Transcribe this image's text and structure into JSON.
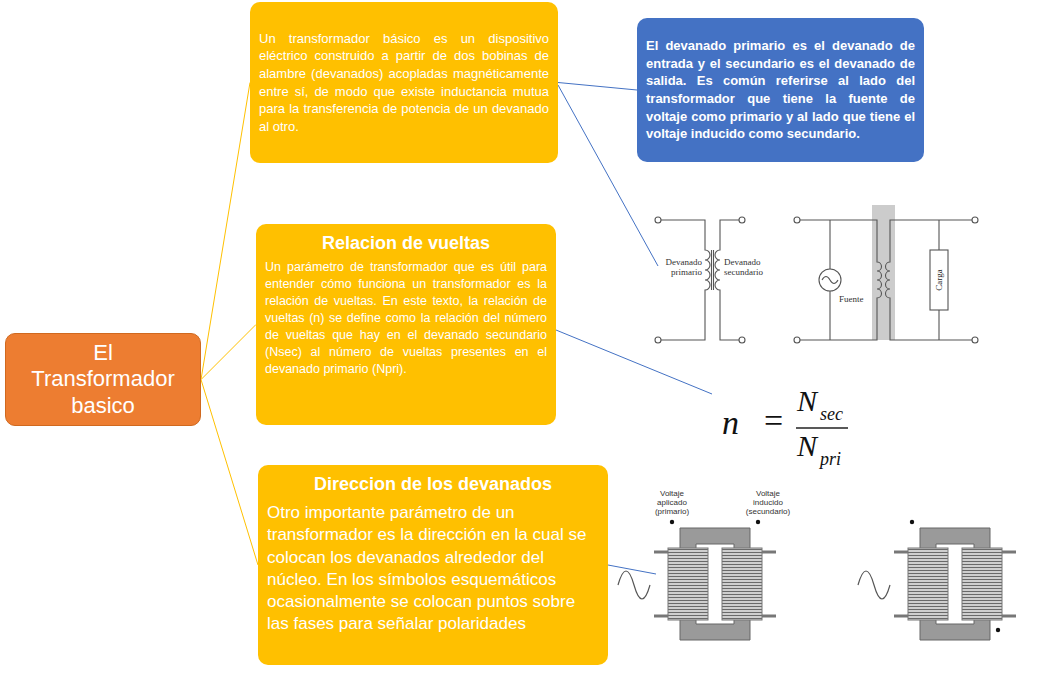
{
  "diagram": {
    "nodes": [
      {
        "text": [
          "El Transformador basico"
        ]
      },
      {
        "text": [
          "Un transformador básico es un dispositivo eléctrico construido a partir de dos bobinas de alambre (devanados) acopladas magnéticamente entre sí, de modo que existe inductancia mutua para la transferencia de potencia de un devanado al otro."
        ]
      },
      {
        "text": [
          "El devanado primario es el devanado de entrada y el secundario es el devanado de salida. Es común referirse al lado del transformador que tiene la fuente de voltaje como primario y al lado que tiene el voltaje inducido como secundario."
        ]
      },
      {
        "text": [
          "Relacion de vueltas",
          "Un parámetro de transformador que es útil para entender cómo funciona un transformador es la relación de vueltas. En este texto, la relación de vueltas (n) se define como la relación del número de vueltas que hay en el devanado secundario (Nsec) al número de vueltas presentes en el devanado primario (Npri)."
        ]
      },
      {
        "text": [
          "Direccion de los devanados",
          "Otro importante parámetro de un transformador es la dirección en la cual se colocan los devanados alrededor del núcleo. En los símbolos esquemáticos ocasionalmente se colocan puntos sobre las fases para señalar polaridades"
        ]
      }
    ],
    "edges": [
      {
        "from": 0,
        "to": 1,
        "arrow": "none"
      },
      {
        "from": 0,
        "to": 3,
        "arrow": "none"
      },
      {
        "from": 0,
        "to": 4,
        "arrow": "none"
      },
      {
        "from": 1,
        "to": 2,
        "arrow": "none"
      }
    ],
    "labels": [
      "Devanado primario",
      "Devanado secundario",
      "Fuente",
      "Carga",
      "n",
      "=",
      "N",
      "sec",
      "N",
      "pri",
      "Voltaje aplicado (primario)",
      "Voltaje inducido (secundario)"
    ]
  }
}
